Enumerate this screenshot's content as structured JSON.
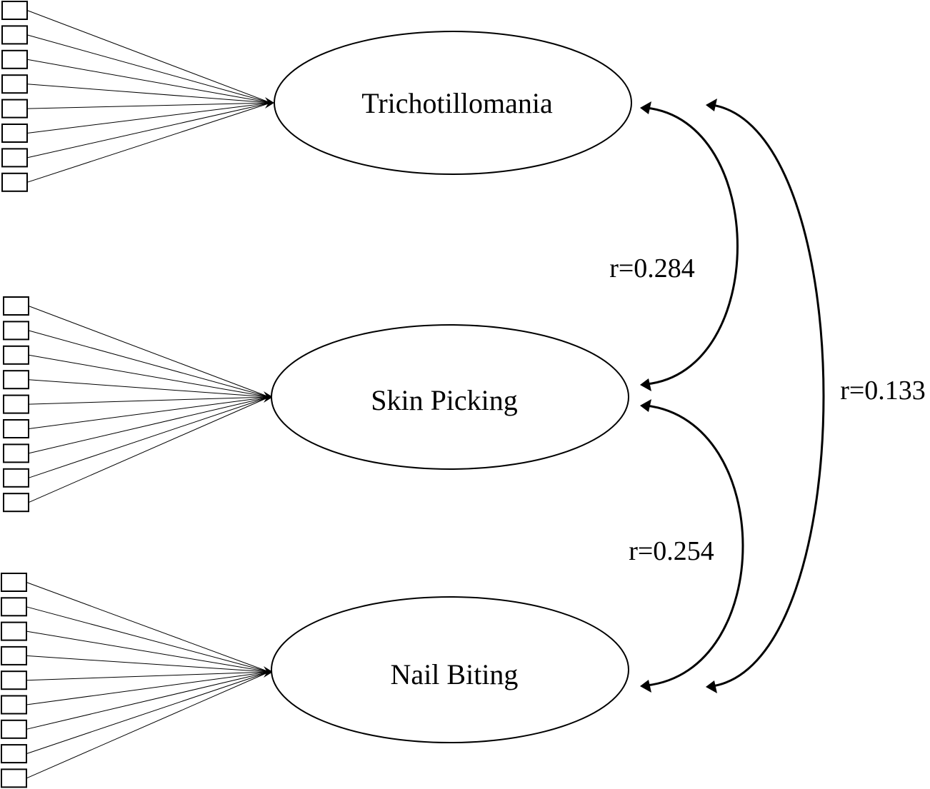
{
  "factors": [
    {
      "id": "trich",
      "label": "Trichotillomania",
      "indicator_count": 8
    },
    {
      "id": "skin",
      "label": "Skin Picking",
      "indicator_count": 9
    },
    {
      "id": "nail",
      "label": "Nail Biting",
      "indicator_count": 9
    }
  ],
  "correlations": [
    {
      "from": "Trichotillomania",
      "to": "Skin Picking",
      "label": "r=0.284",
      "r": 0.284
    },
    {
      "from": "Skin Picking",
      "to": "Nail Biting",
      "label": "r=0.254",
      "r": 0.254
    },
    {
      "from": "Trichotillomania",
      "to": "Nail Biting",
      "label": "r=0.133",
      "r": 0.133
    }
  ]
}
